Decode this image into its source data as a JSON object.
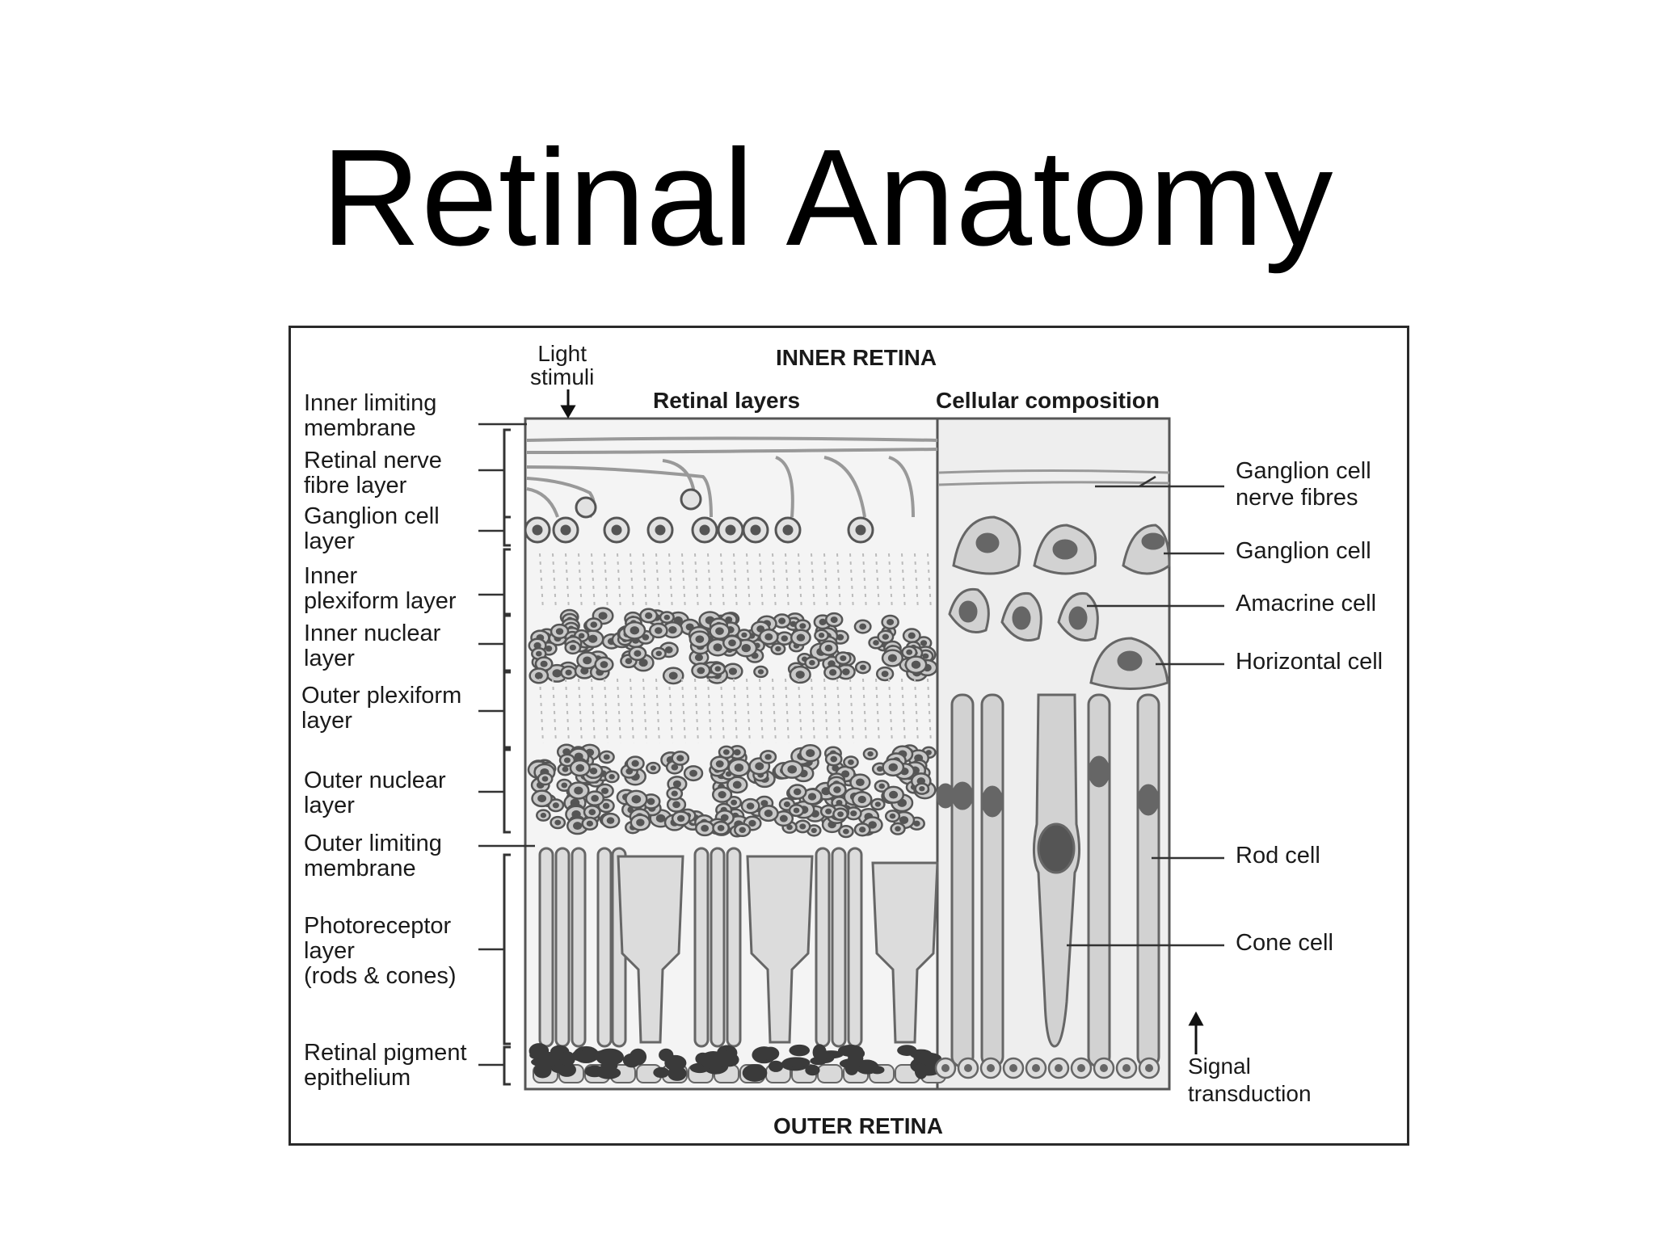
{
  "title": "Retinal Anatomy",
  "figure": {
    "header_top": "INNER RETINA",
    "header_bottom": "OUTER RETINA",
    "light_label": "Light\nstimuli",
    "panel_left_title": "Retinal layers",
    "panel_right_title": "Cellular composition",
    "signal_label": "Signal\ntransduction",
    "layers": [
      "Inner limiting\nmembrane",
      "Retinal nerve\nfibre layer",
      "Ganglion cell\nlayer",
      "Inner\nplexiform layer",
      "Inner nuclear\nlayer",
      "Outer plexiform\nlayer",
      "Outer nuclear\nlayer",
      "Outer limiting\nmembrane",
      "Photoreceptor\nlayer\n(rods & cones)",
      "Retinal pigment\nepithelium"
    ],
    "cells": [
      "Ganglion cell\nnerve fibres",
      "Ganglion cell",
      "Amacrine cell",
      "Horizontal cell",
      "Rod cell",
      "Cone cell"
    ]
  },
  "colors": {
    "line": "#1a1a1a",
    "cell_fill": "#d8d8d8",
    "nucleus": "#555555",
    "pigment": "#3a3a3a",
    "panel_bg": "#f2f2f2"
  }
}
